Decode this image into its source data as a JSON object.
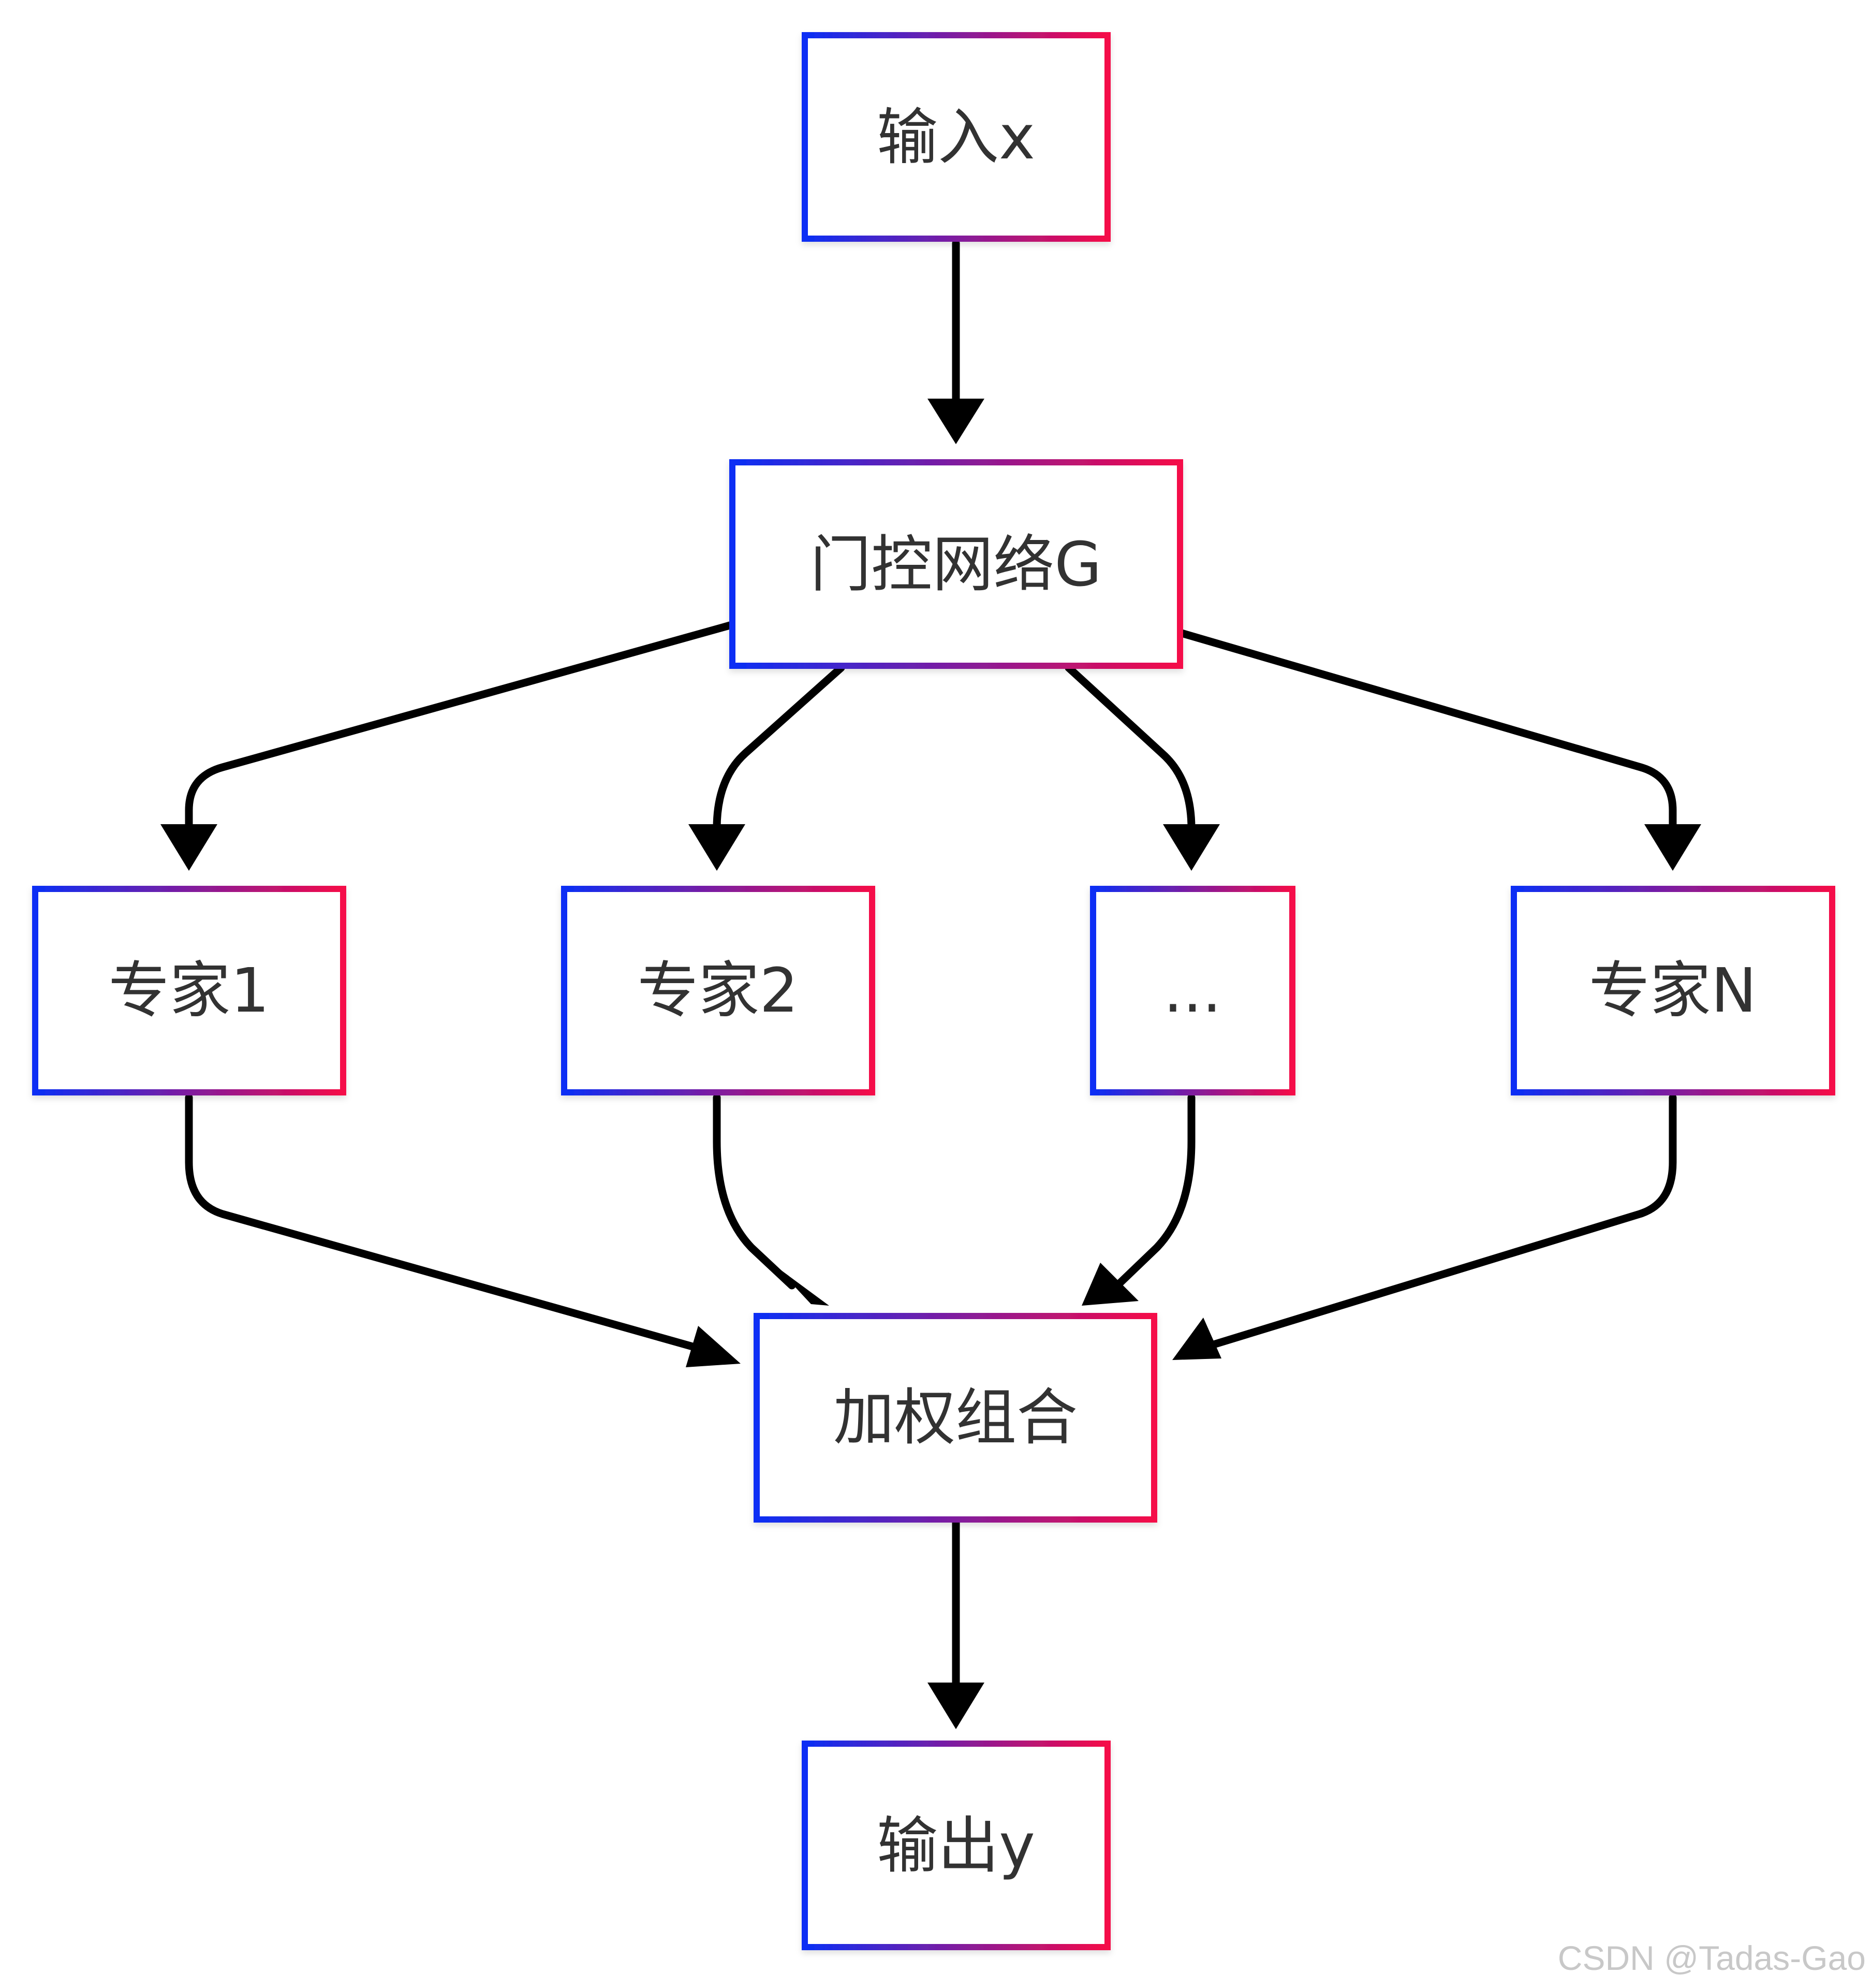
{
  "diagram": {
    "nodes": {
      "input": "输入x",
      "gate": "门控网络G",
      "expert1": "专家1",
      "expert2": "专家2",
      "ellipsis": "...",
      "expertN": "专家N",
      "combine": "加权组合",
      "output": "输出y"
    },
    "edges": [
      {
        "from": "input",
        "to": "gate"
      },
      {
        "from": "gate",
        "to": "expert1"
      },
      {
        "from": "gate",
        "to": "expert2"
      },
      {
        "from": "gate",
        "to": "ellipsis"
      },
      {
        "from": "gate",
        "to": "expertN"
      },
      {
        "from": "expert1",
        "to": "combine"
      },
      {
        "from": "expert2",
        "to": "combine"
      },
      {
        "from": "ellipsis",
        "to": "combine"
      },
      {
        "from": "expertN",
        "to": "combine"
      },
      {
        "from": "combine",
        "to": "output"
      }
    ],
    "colors": {
      "border_start": "#0a2ff5",
      "border_end": "#f50a48",
      "edge": "#000000",
      "text": "#333333"
    }
  },
  "watermark": "CSDN @Tadas-Gao"
}
